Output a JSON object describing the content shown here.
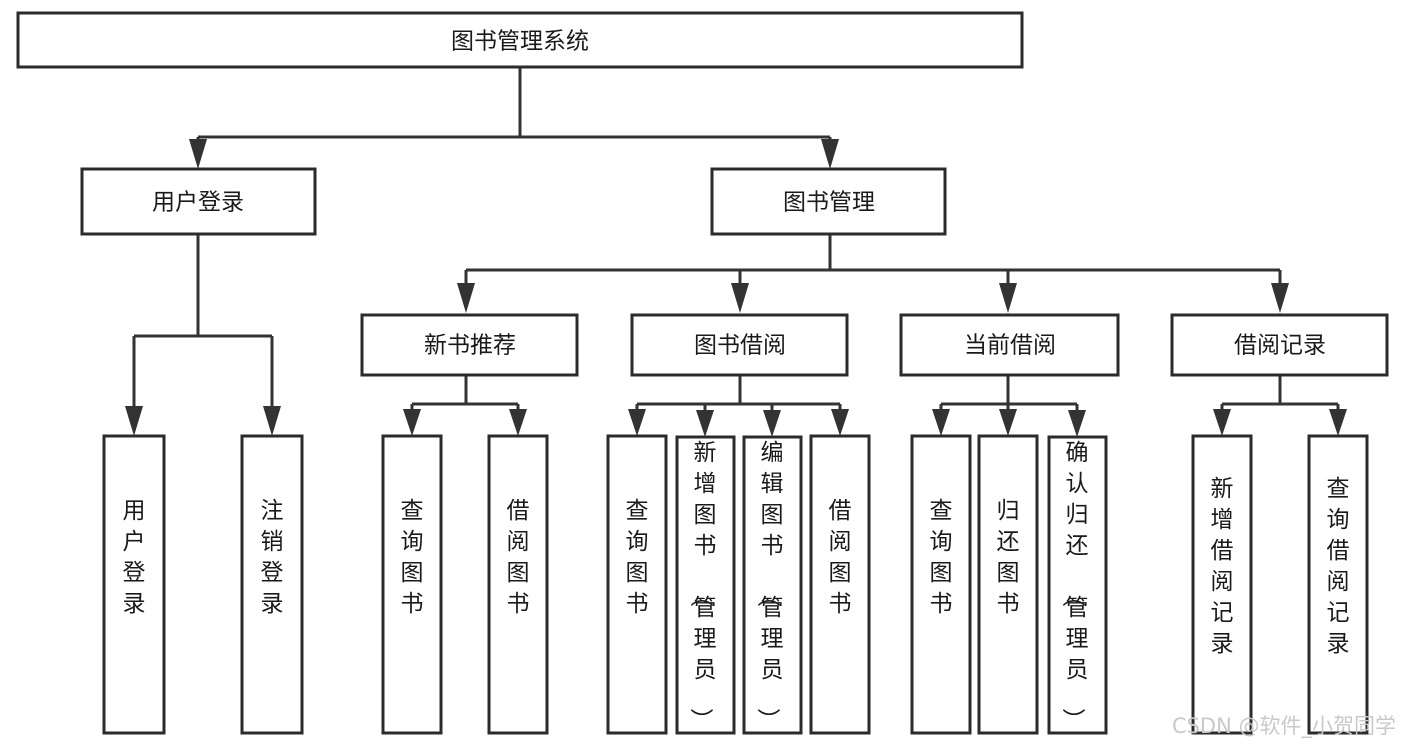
{
  "diagram": {
    "type": "tree",
    "title": "图书管理系统",
    "root": {
      "id": "root",
      "label": "图书管理系统",
      "orientation": "horizontal"
    },
    "level2": [
      {
        "id": "user-login",
        "label": "用户登录",
        "orientation": "horizontal"
      },
      {
        "id": "book-manage",
        "label": "图书管理",
        "orientation": "horizontal"
      }
    ],
    "level3": [
      {
        "id": "new-book-recommend",
        "label": "新书推荐",
        "orientation": "horizontal",
        "parent": "book-manage"
      },
      {
        "id": "book-borrow",
        "label": "图书借阅",
        "orientation": "horizontal",
        "parent": "book-manage"
      },
      {
        "id": "current-borrow",
        "label": "当前借阅",
        "orientation": "horizontal",
        "parent": "book-manage"
      },
      {
        "id": "borrow-record",
        "label": "借阅记录",
        "orientation": "horizontal",
        "parent": "book-manage"
      }
    ],
    "leaves": [
      {
        "id": "leaf-user-login",
        "label": "用户登录",
        "orientation": "vertical",
        "parent": "user-login"
      },
      {
        "id": "leaf-logout-login",
        "label": "注销登录",
        "orientation": "vertical",
        "parent": "user-login"
      },
      {
        "id": "leaf-query-book-1",
        "label": "查询图书",
        "orientation": "vertical",
        "parent": "new-book-recommend"
      },
      {
        "id": "leaf-borrow-book-1",
        "label": "借阅图书",
        "orientation": "vertical",
        "parent": "new-book-recommend"
      },
      {
        "id": "leaf-query-book-2",
        "label": "查询图书",
        "orientation": "vertical",
        "parent": "book-borrow"
      },
      {
        "id": "leaf-add-book-admin",
        "label": "新增图书（管理员）",
        "orientation": "vertical",
        "parent": "book-borrow"
      },
      {
        "id": "leaf-edit-book-admin",
        "label": "编辑图书（管理员）",
        "orientation": "vertical",
        "parent": "book-borrow"
      },
      {
        "id": "leaf-borrow-book-2",
        "label": "借阅图书",
        "orientation": "vertical",
        "parent": "book-borrow"
      },
      {
        "id": "leaf-query-book-3",
        "label": "查询图书",
        "orientation": "vertical",
        "parent": "current-borrow"
      },
      {
        "id": "leaf-return-book",
        "label": "归还图书",
        "orientation": "vertical",
        "parent": "current-borrow"
      },
      {
        "id": "leaf-confirm-return-admin",
        "label": "确认归还（管理员）",
        "orientation": "vertical",
        "parent": "current-borrow"
      },
      {
        "id": "leaf-add-borrow-record",
        "label": "新增借阅记录",
        "orientation": "vertical",
        "parent": "borrow-record"
      },
      {
        "id": "leaf-query-borrow-record",
        "label": "查询借阅记录",
        "orientation": "vertical",
        "parent": "borrow-record"
      }
    ]
  },
  "watermark": {
    "text": "CSDN @软件_小贺同学"
  },
  "colors": {
    "box_stroke": "#2b2b2b",
    "connector": "#333333",
    "box_fill": "#ffffff",
    "text": "#1a1a1a",
    "watermark": "#c9c9c9",
    "background": "#ffffff"
  }
}
